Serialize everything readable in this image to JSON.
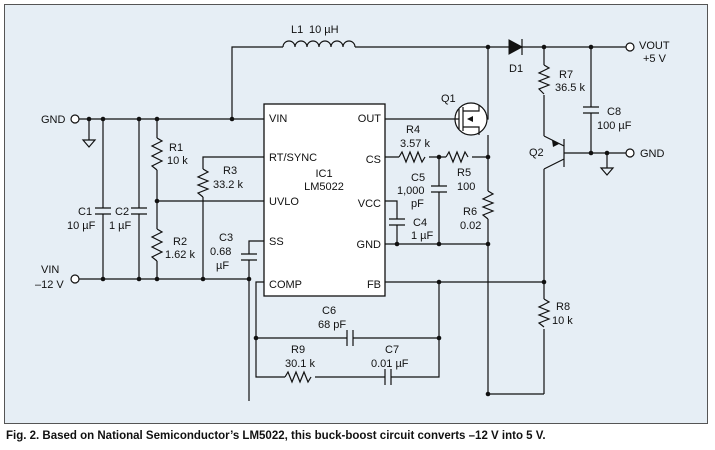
{
  "caption": "Fig. 2. Based on National Semiconductor’s LM5022, this buck-boost circuit converts –12 V into 5 V.",
  "ic": {
    "ref": "IC1",
    "part": "LM5022",
    "pins": {
      "vin": "VIN",
      "rt_sync": "RT/SYNC",
      "uvlo": "UVLO",
      "ss": "SS",
      "comp": "COMP",
      "out": "OUT",
      "cs": "CS",
      "vcc": "VCC",
      "gnd": "GND",
      "fb": "FB"
    }
  },
  "terminals": {
    "gnd_left": "GND",
    "vin_label": "VIN",
    "vin_value": "–12 V",
    "vout_label": "VOUT",
    "vout_value": "+5 V",
    "gnd_right": "GND"
  },
  "components": {
    "l1": {
      "ref": "L1",
      "value": "10 µH"
    },
    "d1": {
      "ref": "D1"
    },
    "q1": {
      "ref": "Q1"
    },
    "q2": {
      "ref": "Q2"
    },
    "r1": {
      "ref": "R1",
      "value": "10 k"
    },
    "r2": {
      "ref": "R2",
      "value": "1.62 k"
    },
    "r3": {
      "ref": "R3",
      "value": "33.2 k"
    },
    "r4": {
      "ref": "R4",
      "value": "3.57 k"
    },
    "r5": {
      "ref": "R5",
      "value": "100"
    },
    "r6": {
      "ref": "R6",
      "value": "0.02"
    },
    "r7": {
      "ref": "R7",
      "value": "36.5 k"
    },
    "r8": {
      "ref": "R8",
      "value": "10 k"
    },
    "r9": {
      "ref": "R9",
      "value": "30.1 k"
    },
    "c1": {
      "ref": "C1",
      "value": "10 µF"
    },
    "c2": {
      "ref": "C2",
      "value": "1 µF"
    },
    "c3": {
      "ref": "C3",
      "value_1": "0.68",
      "value_2": "µF"
    },
    "c4": {
      "ref": "C4",
      "value": "1 µF"
    },
    "c5": {
      "ref": "C5",
      "value_1": "1,000",
      "value_2": "pF"
    },
    "c6": {
      "ref": "C6",
      "value": "68 pF"
    },
    "c7": {
      "ref": "C7",
      "value": "0.01 µF"
    },
    "c8": {
      "ref": "C8",
      "value": "100 µF"
    }
  }
}
